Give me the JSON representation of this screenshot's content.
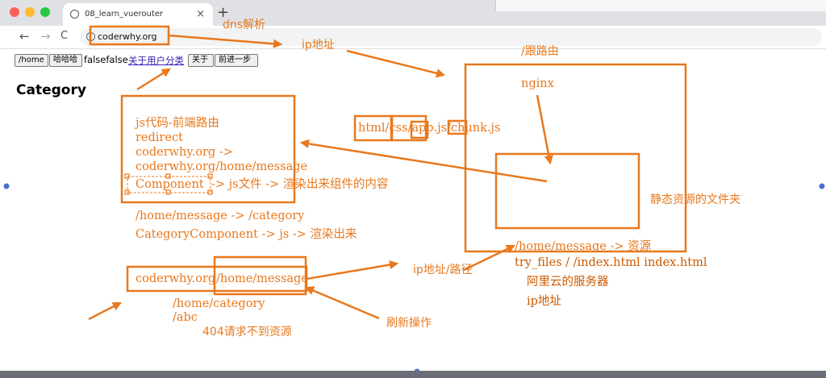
{
  "browser": {
    "tab_title": "08_learn_vuerouter",
    "close_glyph": "×",
    "new_tab_glyph": "+",
    "back_glyph": "←",
    "forward_glyph": "→",
    "reload_glyph": "C",
    "url": "coderwhy.org"
  },
  "page": {
    "nav": {
      "home_btn": "/home",
      "haha_btn": "哈哈哈",
      "falsefalse": "falsefalse",
      "about_user_link": "关于用户分类",
      "about_btn": "关于",
      "forward_btn": "前进一步"
    },
    "heading": "Category"
  },
  "annotations": {
    "dns": "dns解析",
    "ip": "ip地址",
    "route": "/跟路由",
    "nginx": "nginx",
    "static_files": "html/css/app.js/chunk.js",
    "static_folder": "静态资源的文件夹",
    "js_code_lines": [
      "js代码-前端路由",
      "redirect",
      "coderwhy.org ->",
      "coderwhy.org/home/message"
    ],
    "component": "Component",
    "component_desc": "-> js文件 -> 渲染出来组件的内容",
    "message_category": "/home/message -> /category",
    "category_component": "CategoryComponent -> js -> 渲染出来",
    "resource": "/home/message -> 资源",
    "try_files": "try_files / /index.html index.html",
    "aliyun": "阿里云的服务器",
    "ip2": "ip地址",
    "url_domain": "coderwhy.org",
    "url_path": "/home/message",
    "ip_path": "ip地址/路径",
    "paths": [
      "/home/category",
      "/abc"
    ],
    "not_found": "404请求不到资源",
    "refresh": "刷新操作"
  },
  "colors": {
    "annotation": "#e8781c",
    "link": "#3822b3"
  }
}
